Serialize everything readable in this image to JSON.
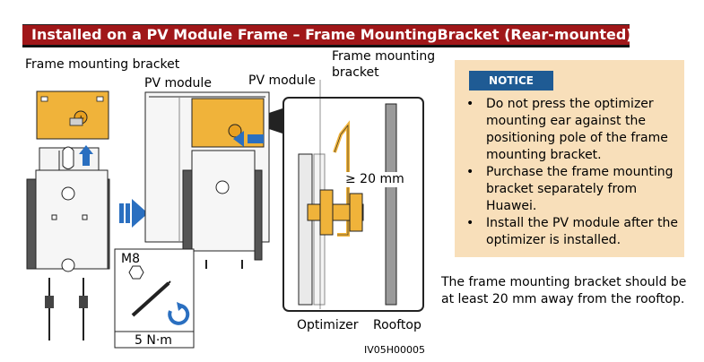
{
  "header": {
    "title": "Installed on a PV Module Frame – Frame MountingBracket (Rear-mounted)"
  },
  "figure": {
    "labels": {
      "frame_bracket_left": "Frame mounting bracket",
      "pv_module_1": "PV module",
      "pv_module_2": "PV module",
      "frame_bracket_right_line1": "Frame mounting",
      "frame_bracket_right_line2": "bracket",
      "distance": "≥ 20 mm",
      "optimizer": "Optimizer",
      "rooftop": "Rooftop",
      "bolt_size": "M8",
      "torque": "5 N·m",
      "figure_id": "IV05H00005"
    },
    "icons": [
      "arrow-right-icon",
      "screwdriver-icon",
      "rotate-icon",
      "hex-head-screw-icon"
    ]
  },
  "notice": {
    "tag": "NOTICE",
    "items": [
      "Do not press the optimizer mounting ear against the positioning pole of the frame mounting bracket.",
      "Purchase the frame mounting bracket separately from Huawei.",
      "Install the PV module after the optimizer is installed."
    ]
  },
  "description": "The frame mounting bracket should be at least 20 mm away from the rooftop.",
  "colors": {
    "title_bg": "#a01719",
    "notice_bg": "#f8dfba",
    "notice_tag": "#1f5b94",
    "bracket": "#f0b33a",
    "arrow": "#2a6fc0"
  }
}
